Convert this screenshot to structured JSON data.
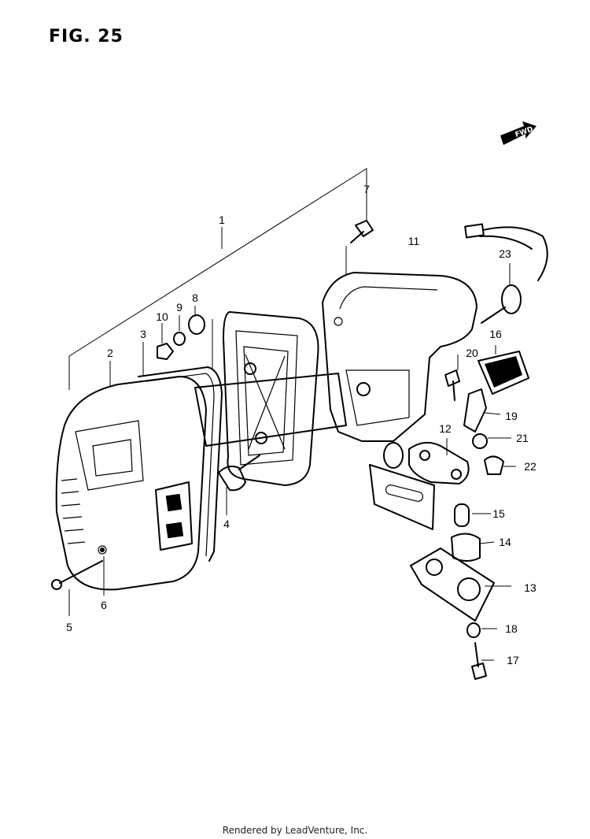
{
  "figure": {
    "title": "FIG. 25",
    "forward_label": "FWD",
    "credit": "Rendered by LeadVenture, Inc."
  },
  "callouts": [
    "1",
    "2",
    "3",
    "4",
    "5",
    "6",
    "7",
    "8",
    "9",
    "10",
    "11",
    "12",
    "13",
    "14",
    "15",
    "16",
    "17",
    "18",
    "19",
    "20",
    "21",
    "22",
    "23"
  ],
  "icons": {
    "forward_arrow": "fwd-arrow-icon"
  }
}
